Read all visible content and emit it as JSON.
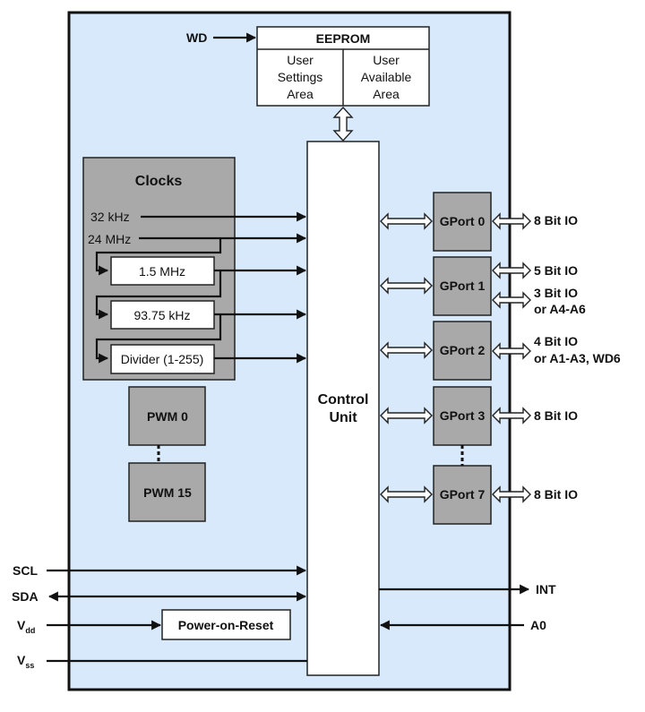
{
  "diagram": {
    "eeprom": {
      "title": "EEPROM",
      "input_signal": "WD",
      "left_area": [
        "User",
        "Settings",
        "Area"
      ],
      "right_area": [
        "User",
        "Available",
        "Area"
      ]
    },
    "clocks": {
      "title": "Clocks",
      "sources": [
        "32 kHz",
        "24 MHz"
      ],
      "derived": [
        "1.5 MHz",
        "93.75 kHz",
        "Divider (1-255)"
      ]
    },
    "pwm": [
      "PWM 0",
      "PWM 15"
    ],
    "control_unit": [
      "Control",
      "Unit"
    ],
    "gports": [
      {
        "label": "GPort 0",
        "io": [
          [
            "8 Bit IO"
          ]
        ]
      },
      {
        "label": "GPort 1",
        "io": [
          [
            "5 Bit IO"
          ],
          [
            "3 Bit IO",
            "or A4-A6"
          ]
        ]
      },
      {
        "label": "GPort 2",
        "io": [
          [
            "4 Bit IO",
            "or A1-A3, WD6"
          ]
        ]
      },
      {
        "label": "GPort 3",
        "io": [
          [
            "8 Bit IO"
          ]
        ]
      },
      {
        "label": "GPort 7",
        "io": [
          [
            "8 Bit IO"
          ]
        ]
      }
    ],
    "left_signals": {
      "scl": "SCL",
      "sda": "SDA",
      "vdd_main": "V",
      "vdd_sub": "dd",
      "vss_main": "V",
      "vss_sub": "ss"
    },
    "power_on_reset": "Power-on-Reset",
    "right_signals": {
      "int": "INT",
      "a0": "A0"
    }
  }
}
